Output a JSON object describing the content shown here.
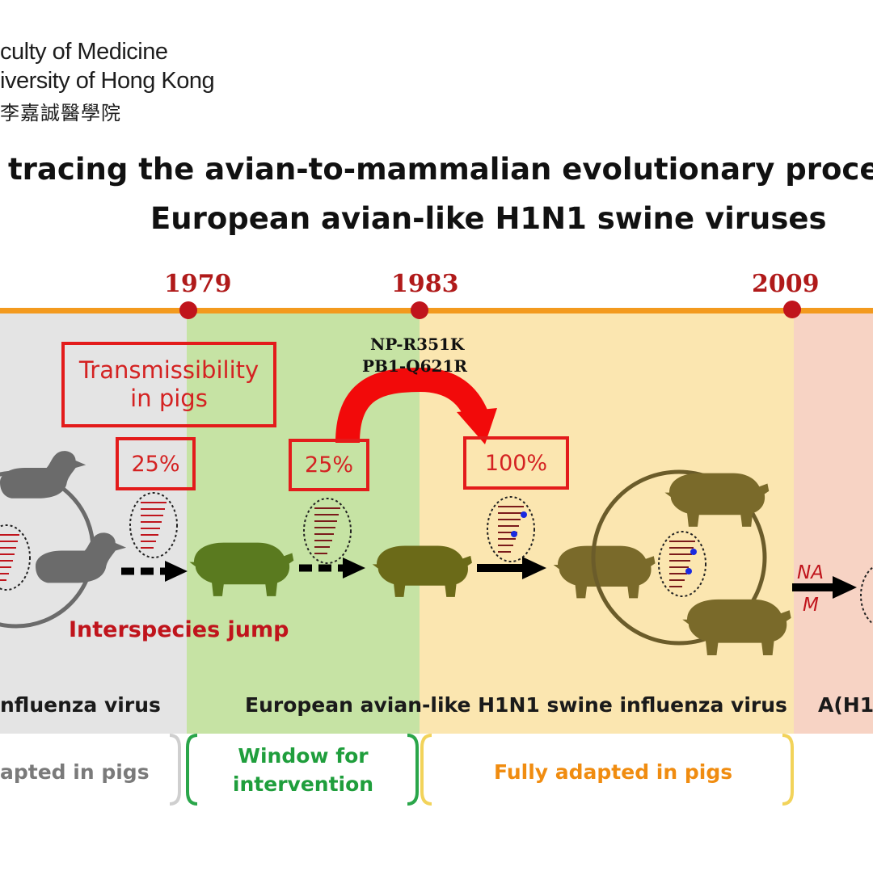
{
  "logo": {
    "line1": "culty of Medicine",
    "line2": "iversity of Hong Kong",
    "line3": "李嘉誠醫學院"
  },
  "title": {
    "line1": "tracing the avian-to-mammalian evolutionary process",
    "line2": "European avian-like H1N1 swine viruses"
  },
  "timeline": {
    "years": [
      "1979",
      "1983",
      "2009"
    ],
    "colors": {
      "line": "#f39a1e",
      "dot": "#c0141c",
      "year": "#b01a1a"
    }
  },
  "transmissibility": {
    "label": "Transmissibility in pigs",
    "line1": "Transmissibility",
    "line2": "in pigs"
  },
  "percentages": [
    "25%",
    "25%",
    "100%"
  ],
  "mutations": {
    "line1": "NP-R351K",
    "line2": "PB1-Q621R"
  },
  "interspecies_label": "Interspecies jump",
  "segments": {
    "na": "NA",
    "m": "M"
  },
  "virus_labels": {
    "avian": "nfluenza virus",
    "swine": "European avian-like H1N1 swine influenza virus",
    "pandemic": "A(H1"
  },
  "phases": {
    "left": "apted in pigs",
    "window_line1": "Window for",
    "window_line2": "intervention",
    "adapted": "Fully adapted in pigs"
  },
  "zone_colors": {
    "grey": "#e4e4e4",
    "green": "#c6e3a4",
    "yellow": "#fbe6b0",
    "pink": "#f7d3c4"
  },
  "icons": [
    "duck-icon",
    "pig-icon",
    "gene-segment-icon",
    "arrow-icon"
  ]
}
